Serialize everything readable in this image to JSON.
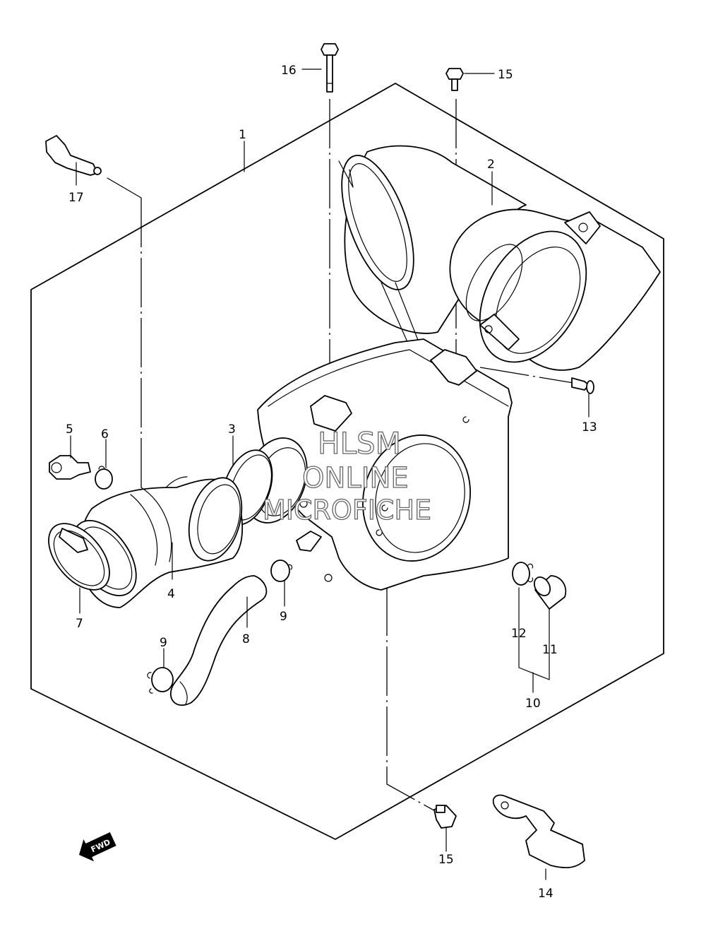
{
  "diagram": {
    "callouts": [
      "1",
      "2",
      "3",
      "4",
      "5",
      "6",
      "7",
      "8",
      "9",
      "9",
      "10",
      "11",
      "12",
      "13",
      "14",
      "15",
      "15",
      "16",
      "17"
    ],
    "fwd_label": "FWD"
  },
  "watermark": {
    "line1": "HLSM",
    "line2": "ONLINE",
    "line3": "MICROFICHE"
  }
}
